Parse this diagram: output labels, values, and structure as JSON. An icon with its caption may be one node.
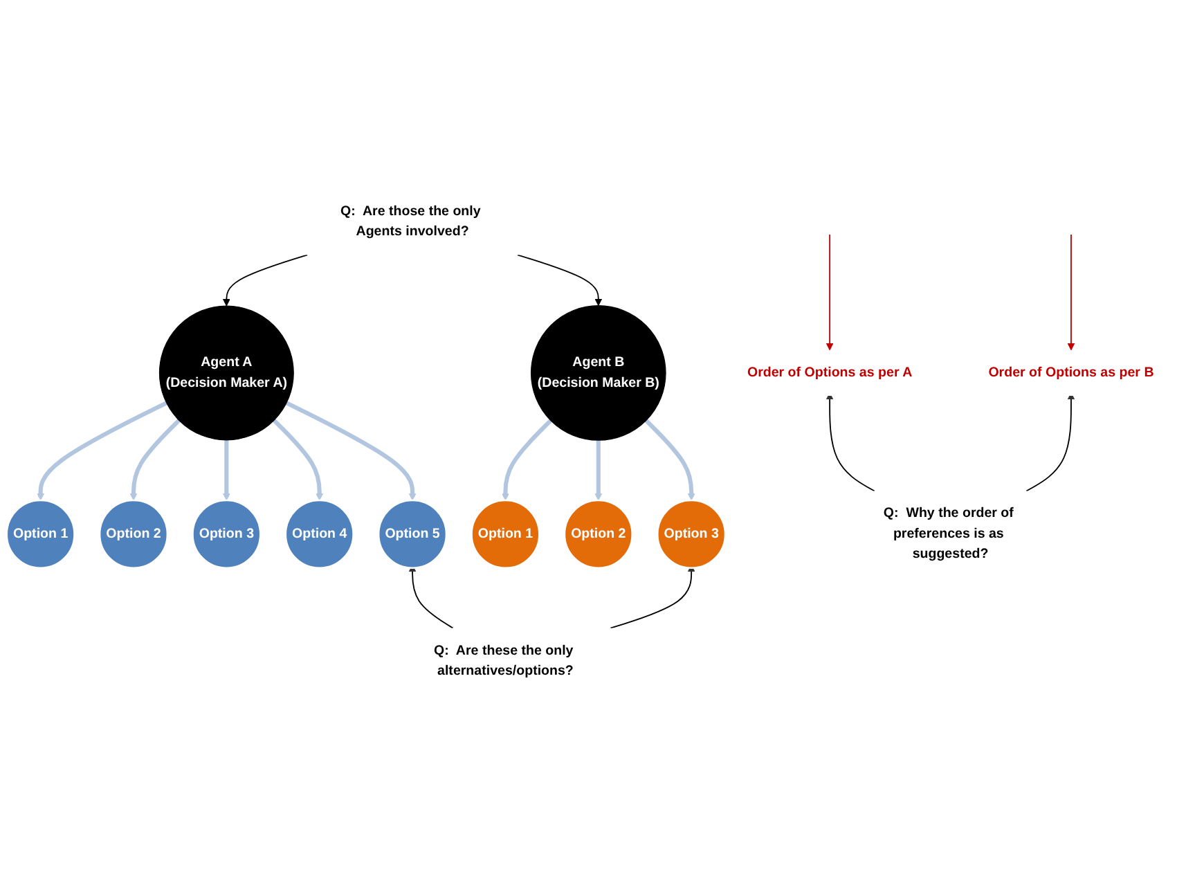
{
  "diagram": {
    "nodes": [
      {
        "text": [
          "Q:  Are those the only Agents involved?"
        ]
      },
      {
        "text": [
          "Agent A",
          "(Decision Maker A)"
        ]
      },
      {
        "text": [
          "Option 1"
        ]
      },
      {
        "text": [
          "Option 2"
        ]
      },
      {
        "text": [
          "Option 3"
        ]
      },
      {
        "text": [
          "Option 4"
        ]
      },
      {
        "text": [
          "Option 5"
        ]
      },
      {
        "text": [
          "Agent B",
          "(Decision Maker B)"
        ]
      },
      {
        "text": [
          "Option 1"
        ]
      },
      {
        "text": [
          "Option 2"
        ]
      },
      {
        "text": [
          "Option 3"
        ]
      },
      {
        "text": [
          "Order of Options as per A"
        ]
      },
      {
        "text": [
          "Order of Options as per B"
        ]
      },
      {
        "text": [
          "Q:  Are these the only alternatives/options?"
        ]
      },
      {
        "text": [
          "Q:  Why the order of preferences is as suggested?"
        ]
      }
    ],
    "edges": [
      {
        "from": 0,
        "to": 1,
        "arrow": "to",
        "color": "#000000"
      },
      {
        "from": 0,
        "to": 7,
        "arrow": "to",
        "color": "#000000"
      },
      {
        "from": 1,
        "to": 2,
        "arrow": "to",
        "style": "thick",
        "color": "#b3c6e0"
      },
      {
        "from": 1,
        "to": 3,
        "arrow": "to",
        "style": "thick",
        "color": "#b3c6e0"
      },
      {
        "from": 1,
        "to": 4,
        "arrow": "to",
        "style": "thick",
        "color": "#b3c6e0"
      },
      {
        "from": 1,
        "to": 5,
        "arrow": "to",
        "style": "thick",
        "color": "#b3c6e0"
      },
      {
        "from": 1,
        "to": 6,
        "arrow": "to",
        "style": "thick",
        "color": "#b3c6e0"
      },
      {
        "from": 7,
        "to": 8,
        "arrow": "to",
        "style": "thick",
        "color": "#b3c6e0"
      },
      {
        "from": 7,
        "to": 9,
        "arrow": "to",
        "style": "thick",
        "color": "#b3c6e0"
      },
      {
        "from": 7,
        "to": 10,
        "arrow": "to",
        "style": "thick",
        "color": "#b3c6e0"
      },
      {
        "from": null,
        "to": 11,
        "arrow": "to",
        "color": "#c00000"
      },
      {
        "from": null,
        "to": 12,
        "arrow": "to",
        "color": "#c00000"
      },
      {
        "from": 13,
        "to": 6,
        "arrow": "to",
        "color": "#000000"
      },
      {
        "from": 13,
        "to": 10,
        "arrow": "to",
        "color": "#000000"
      },
      {
        "from": 14,
        "to": 11,
        "arrow": "to",
        "color": "#000000"
      },
      {
        "from": 14,
        "to": 12,
        "arrow": "to",
        "color": "#000000"
      }
    ]
  }
}
